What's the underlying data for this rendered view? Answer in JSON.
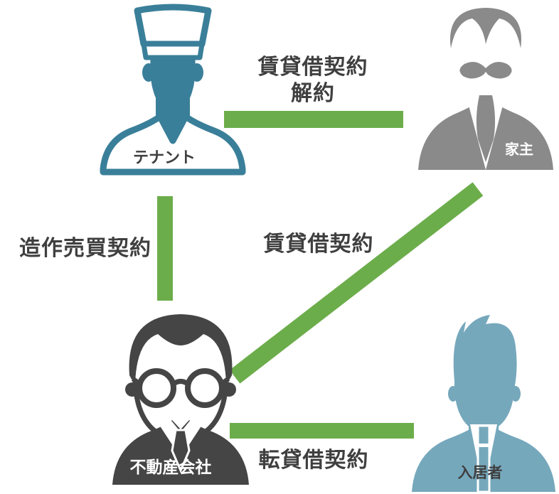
{
  "colors": {
    "green": "#6CAD4B",
    "teal": "#3A7F99",
    "gray": "#8A8A8A",
    "dark": "#454545",
    "blue": "#76A8BC",
    "text": "#3F3F3F"
  },
  "nodes": {
    "tenant": {
      "label": "テナント",
      "icon": "chef-person-icon"
    },
    "landlord": {
      "label": "家主",
      "icon": "mustache-person-icon"
    },
    "agency": {
      "label": "不動産会社",
      "icon": "glasses-person-icon"
    },
    "resident": {
      "label": "入居者",
      "icon": "young-person-icon"
    }
  },
  "edges": {
    "cancel": {
      "label_line1": "賃貸借契約",
      "label_line2": "解約",
      "from": "tenant",
      "to": "landlord"
    },
    "fixture": {
      "label": "造作売買契約",
      "from": "tenant",
      "to": "agency"
    },
    "lease": {
      "label": "賃貸借契約",
      "from": "landlord",
      "to": "agency"
    },
    "sublease": {
      "label": "転貸借契約",
      "from": "agency",
      "to": "resident"
    }
  }
}
